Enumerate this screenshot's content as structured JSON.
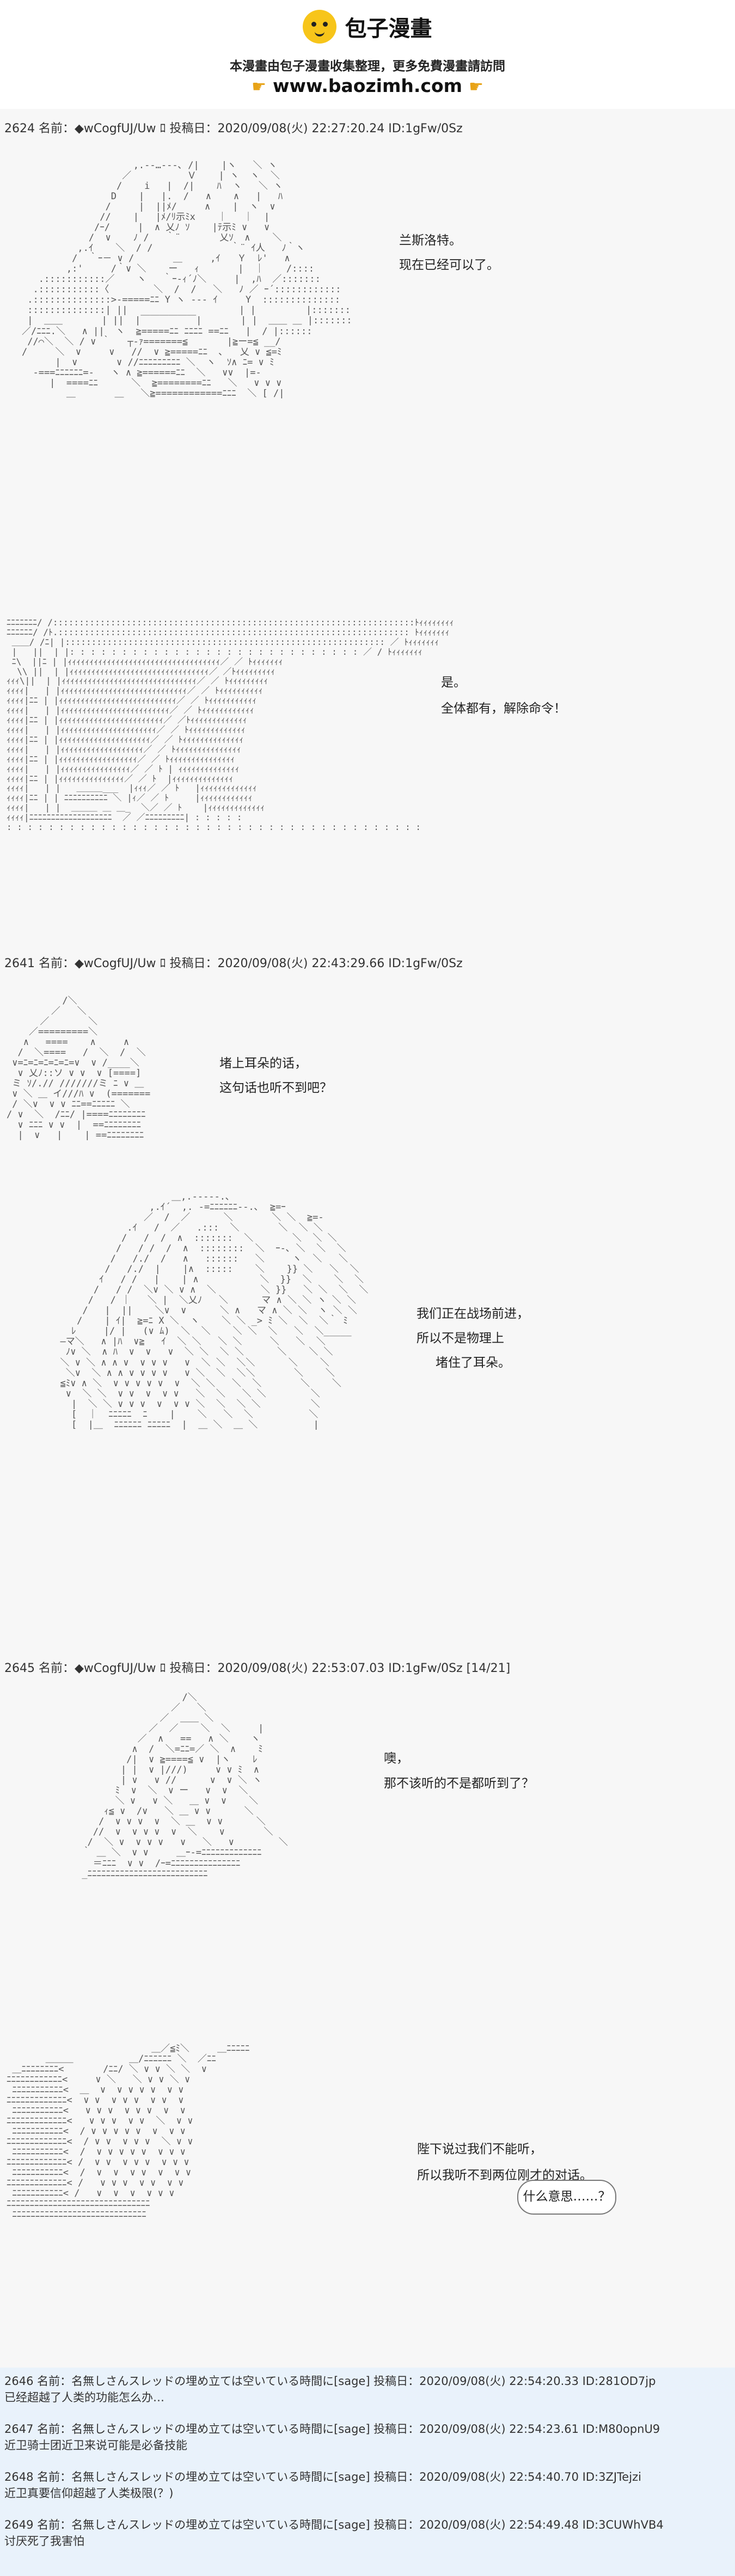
{
  "banner": {
    "logo_text": "包子漫畫",
    "tagline": "本漫畫由包子漫畫收集整理，更多免費漫畫請訪問",
    "url": "www.baozimh.com"
  },
  "posts": [
    {
      "header": "2624 名前：◆wCogfUJ/Uw ﾛ 投稿日：2020/09/08(火) 22:27:20.24 ID:1gFw/0Sz",
      "lines": [
        "兰斯洛特。",
        "现在已经可以了。",
        "是。",
        "全体都有，解除命令！"
      ]
    },
    {
      "header": "2641 名前：◆wCogfUJ/Uw ﾛ 投稿日：2020/09/08(火) 22:43:29.66 ID:1gFw/0Sz",
      "lines": [
        "堵上耳朵的话，",
        "这句话也听不到吧？",
        "我们正在战场前进，",
        "所以不是物理上",
        "堵住了耳朵。"
      ]
    },
    {
      "header": "2645 名前：◆wCogfUJ/Uw ﾛ 投稿日：2020/09/08(火) 22:53:07.03 ID:1gFw/0Sz [14/21]",
      "lines": [
        "噢，",
        "那不该听的不是都听到了？",
        "陛下说过我们不能听，",
        "所以我听不到两位刚才的对话。",
        "什么意思……？"
      ]
    }
  ],
  "comments": [
    {
      "header": "2646 名前：名無しさんスレッドの埋め立ては空いている時間に[sage] 投稿日：2020/09/08(火) 22:54:20.33 ID:281OD7jp",
      "text": "已经超越了人类的功能怎么办…"
    },
    {
      "header": "2647 名前：名無しさんスレッドの埋め立ては空いている時間に[sage] 投稿日：2020/09/08(火) 22:54:23.61 ID:M80opnU9",
      "text": "近卫骑士团近卫来说可能是必备技能"
    },
    {
      "header": "2648 名前：名無しさんスレッドの埋め立ては空いている時間に[sage] 投稿日：2020/09/08(火) 22:54:40.70 ID:3ZJTejzi",
      "text": "近卫真要信仰超越了人类极限(？)"
    },
    {
      "header": "2649 名前：名無しさんスレッドの埋め立ては空いている時間に[sage] 投稿日：2020/09/08(火) 22:54:49.48 ID:3CUWhVB4",
      "text": "讨厌死了我害怕"
    }
  ],
  "icons": {
    "logo": "baozi-face-icon",
    "pointer": "pointing-hand-icon"
  },
  "colors": {
    "logo": "#f7c51a",
    "comment_bg": "#e9f2fb",
    "thread_bg": "#f7f7f7"
  }
}
